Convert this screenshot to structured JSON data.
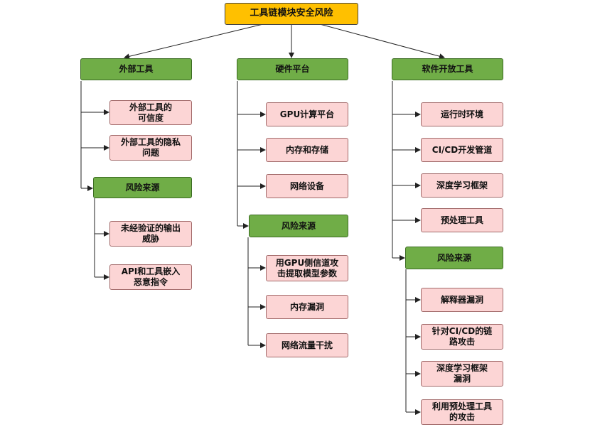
{
  "root": {
    "label": "工具链模块安全风险"
  },
  "columns": [
    {
      "label": "外部工具",
      "items": [
        "外部工具的\n可信度",
        "外部工具的隐私\n问题"
      ],
      "risk": {
        "label": "风险来源",
        "items": [
          "未经验证的输出\n威胁",
          "API和工具嵌入\n恶意指令"
        ]
      }
    },
    {
      "label": "硬件平台",
      "items": [
        "GPU计算平台",
        "内存和存储",
        "网络设备"
      ],
      "risk": {
        "label": "风险来源",
        "items": [
          "用GPU侧信道攻\n击提取模型参数",
          "内存漏洞",
          "网络流量干扰"
        ]
      }
    },
    {
      "label": "软件开放工具",
      "items": [
        "运行时环境",
        "CI/CD开发管道",
        "深度学习框架",
        "预处理工具"
      ],
      "risk": {
        "label": "风险来源",
        "items": [
          "解释器漏洞",
          "针对CI/CD的链\n路攻击",
          "深度学习框架\n漏洞",
          "利用预处理工具\n的攻击"
        ]
      }
    }
  ]
}
